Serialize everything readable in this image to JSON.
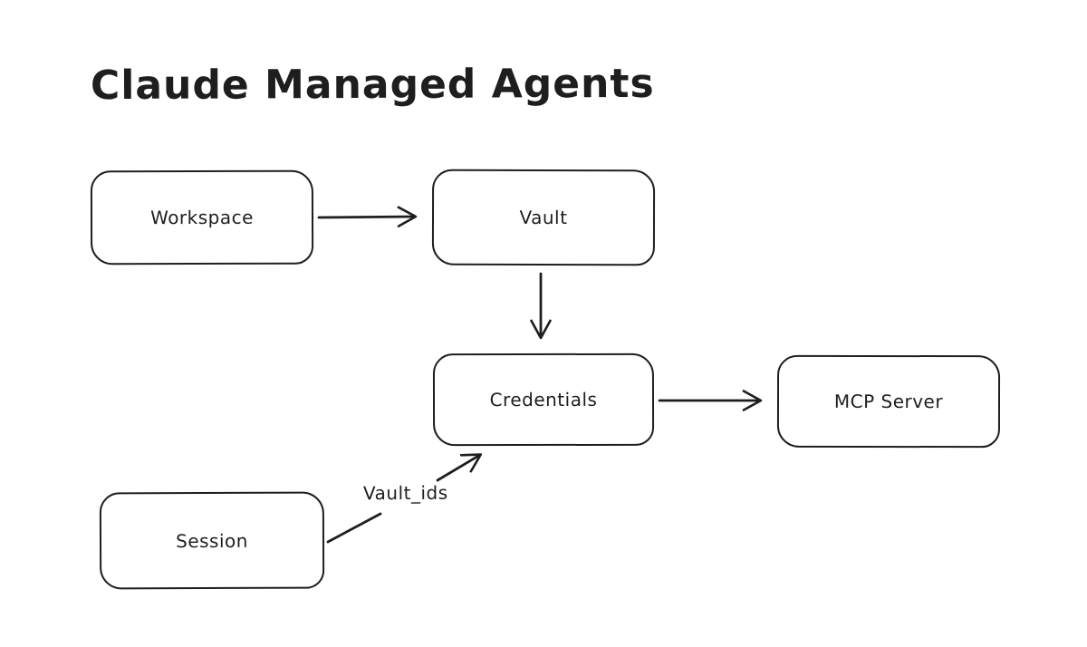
{
  "title": "Claude Managed Agents",
  "colors": {
    "stroke": "#1e1e1e",
    "background": "#ffffff"
  },
  "nodes": [
    {
      "id": "workspace",
      "label": "Workspace"
    },
    {
      "id": "vault",
      "label": "Vault"
    },
    {
      "id": "credentials",
      "label": "Credentials"
    },
    {
      "id": "mcp_server",
      "label": "MCP Server"
    },
    {
      "id": "session",
      "label": "Session"
    }
  ],
  "edges": [
    {
      "from": "workspace",
      "to": "vault",
      "label": "",
      "direction": "right"
    },
    {
      "from": "vault",
      "to": "credentials",
      "label": "",
      "direction": "down"
    },
    {
      "from": "credentials",
      "to": "mcp_server",
      "label": "",
      "direction": "right"
    },
    {
      "from": "session",
      "to": "credentials",
      "label": "Vault_ids",
      "direction": "up-right"
    }
  ]
}
